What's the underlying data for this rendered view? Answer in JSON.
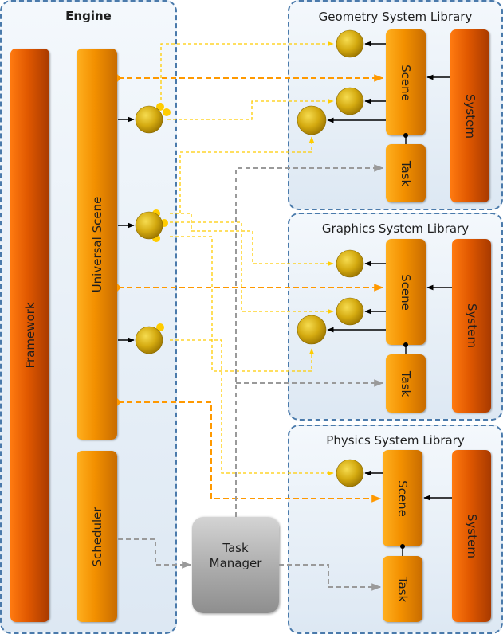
{
  "engine": {
    "title": "Engine",
    "framework": "Framework",
    "universal_scene": "Universal Scene",
    "scheduler": "Scheduler"
  },
  "task_manager": {
    "line1": "Task",
    "line2": "Manager"
  },
  "libraries": [
    {
      "title": "Geometry System Library",
      "scene": "Scene",
      "task": "Task",
      "system": "System"
    },
    {
      "title": "Graphics System Library",
      "scene": "Scene",
      "task": "Task",
      "system": "System"
    },
    {
      "title": "Physics System Library",
      "scene": "Scene",
      "task": "Task",
      "system": "System"
    }
  ],
  "colors": {
    "panel_border": "#4a7aab",
    "framework": "#e05800",
    "universal_scene": "#f39000",
    "object": "#c8a000",
    "change_link": "#ffcc00",
    "scene_link": "#ff9900",
    "task_link": "#9a9a9a",
    "connector": "#000000"
  }
}
